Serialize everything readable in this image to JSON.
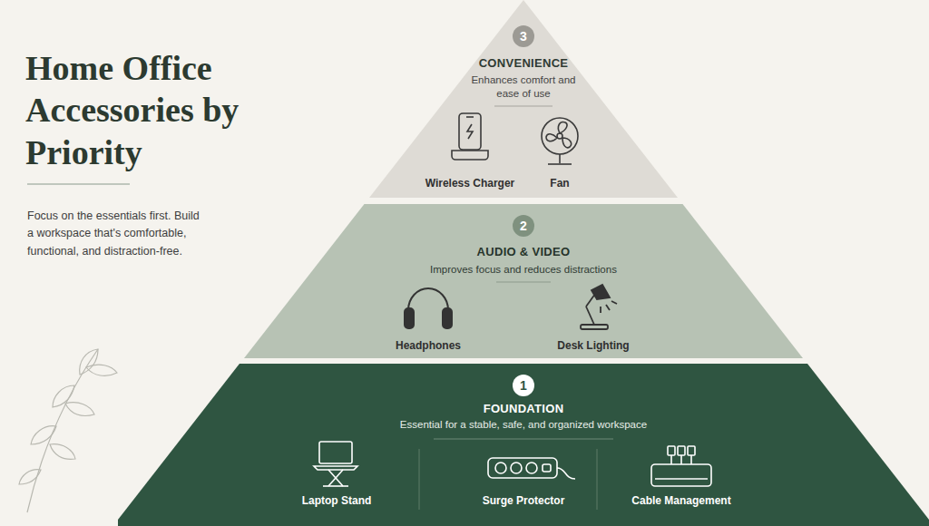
{
  "diagram": {
    "title": "Home Office Accessories by Priority",
    "nodes": [
      {
        "text": [
          "CONVENIENCE",
          "Enhances comfort and ease of use"
        ]
      },
      {
        "text": [
          "3"
        ],
        "in": 0
      },
      {
        "text": [
          "AUDIO & VIDEO",
          "Improves focus and reduces distractions"
        ]
      },
      {
        "text": [
          "2"
        ],
        "in": 2
      },
      {
        "text": [
          "FOUNDATION",
          "Essential for a stable, safe, and organized workspace"
        ]
      },
      {
        "text": [
          "1"
        ],
        "in": 4
      }
    ],
    "labels": [
      "Focus on the essentials first. Build a workspace that's comfortable, functional, and distraction-free.",
      "Wireless Charger",
      "Fan",
      "Headphones",
      "Desk Lighting",
      "Laptop Stand",
      "Surge Protector",
      "Cable Management"
    ]
  }
}
